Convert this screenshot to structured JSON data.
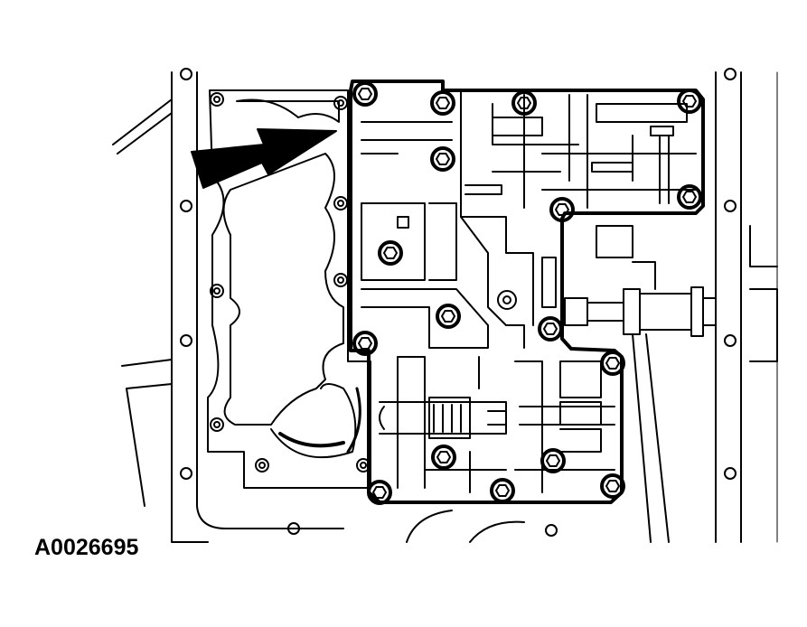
{
  "figure": {
    "id_label": "A0026695"
  },
  "colors": {
    "line": "#000000",
    "background": "#ffffff"
  },
  "parts": {
    "pointer": "arrow-indicator",
    "assembly": "transmission-main-control-valve-body",
    "fasteners": "bolt-icon"
  }
}
